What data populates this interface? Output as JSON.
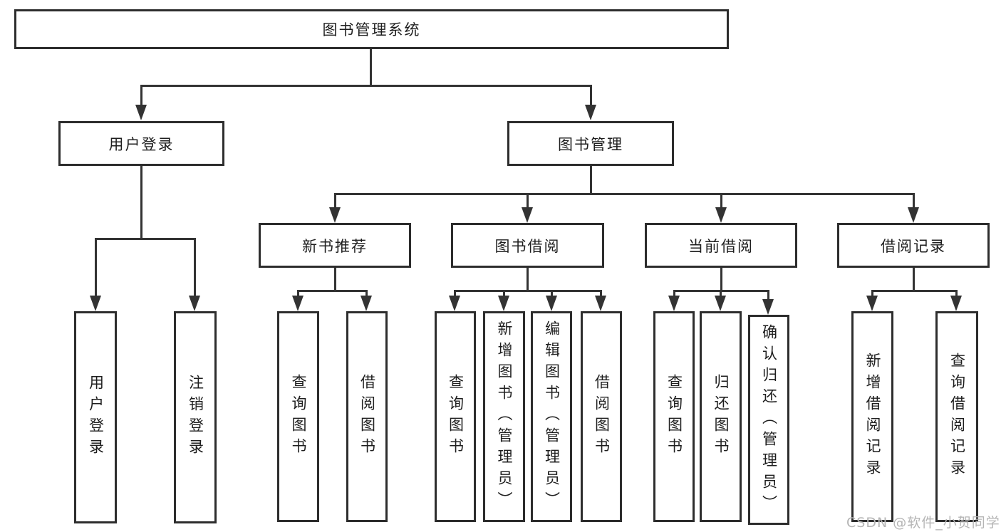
{
  "colors": {
    "background": "#ffffff",
    "line": "#333333",
    "box-border": "#2d2d2d",
    "text": "#1e1e1e",
    "watermark": "#b5b5b5"
  },
  "nodes": {
    "root": "图书管理系统",
    "user_login": "用户登录",
    "book_management": "图书管理",
    "new_book_recommend": "新书推荐",
    "book_borrowing": "图书借阅",
    "current_borrowing": "当前借阅",
    "borrowing_records": "借阅记录"
  },
  "leaves": {
    "user_login": [
      "用户登录",
      "注销登录"
    ],
    "new_book_recommend": [
      "查询图书",
      "借阅图书"
    ],
    "book_borrowing": [
      "查询图书",
      "新增图书（管理员）",
      "编辑图书（管理员）",
      "借阅图书"
    ],
    "current_borrowing": [
      "查询图书",
      "归还图书",
      "确认归还（管理员）"
    ],
    "borrowing_records": [
      "新增借阅记录",
      "查询借阅记录"
    ]
  },
  "watermark": "CSDN @软件_小贺同学"
}
